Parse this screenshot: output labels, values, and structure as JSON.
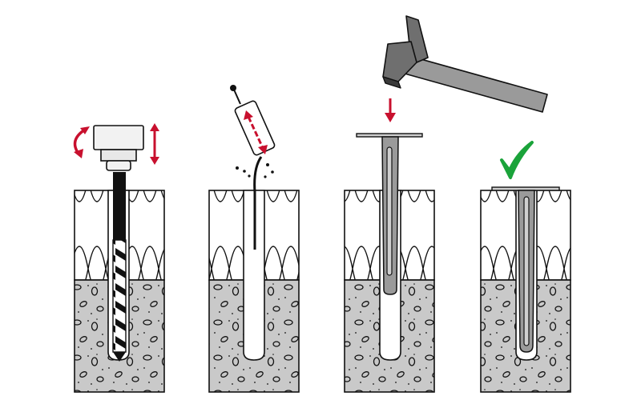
{
  "diagram": {
    "steps": [
      {
        "id": "drill",
        "action": "drill-hole",
        "icons": [
          "rotation-arrow-icon",
          "up-down-arrow-icon"
        ]
      },
      {
        "id": "clean",
        "action": "blow-out-hole",
        "icons": [
          "blow-pump-icon",
          "double-arrow-icon"
        ]
      },
      {
        "id": "insert",
        "action": "hammer-in-anchor",
        "icons": [
          "hammer-icon",
          "down-arrow-icon"
        ]
      },
      {
        "id": "done",
        "action": "anchor-installed",
        "icons": [
          "check-mark-icon"
        ]
      }
    ],
    "colors": {
      "accent_red": "#c8102e",
      "check_green": "#1aa33a",
      "concrete": "#c8c8c8",
      "anchor_gray": "#9a9a9a",
      "outline": "#111111"
    }
  }
}
